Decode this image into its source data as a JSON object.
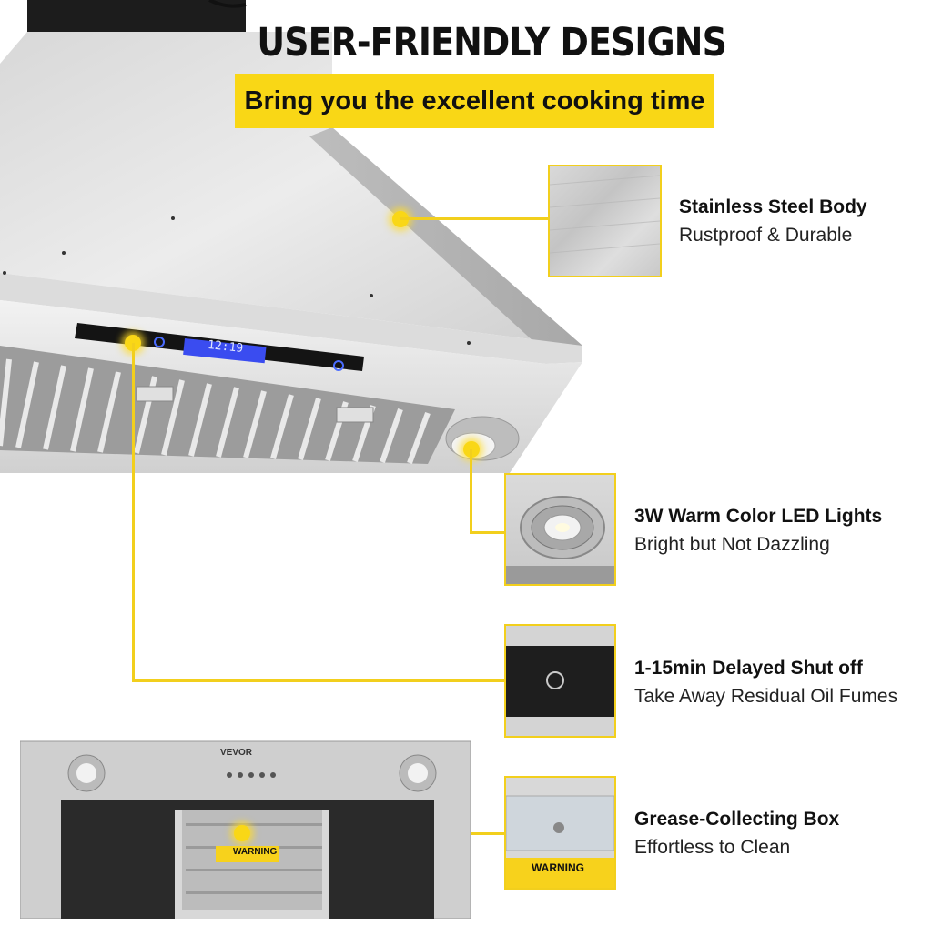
{
  "header": {
    "title": "USER-FRIENDLY DESIGNS",
    "subtitle": "Bring you the excellent cooking time"
  },
  "features": [
    {
      "title": "Stainless Steel Body",
      "subtitle": "Rustproof & Durable"
    },
    {
      "title": "3W Warm Color LED Lights",
      "subtitle": "Bright but Not Dazzling"
    },
    {
      "title": "1-15min Delayed Shut off",
      "subtitle": "Take Away Residual Oil Fumes"
    },
    {
      "title": "Grease-Collecting Box",
      "subtitle": "Effortless to Clean"
    }
  ],
  "product": {
    "display_time": "12:19",
    "brand": "VEVOR",
    "warning_label": "WARNING"
  },
  "colors": {
    "accent": "#f9d716",
    "display": "#3a4cf0"
  }
}
